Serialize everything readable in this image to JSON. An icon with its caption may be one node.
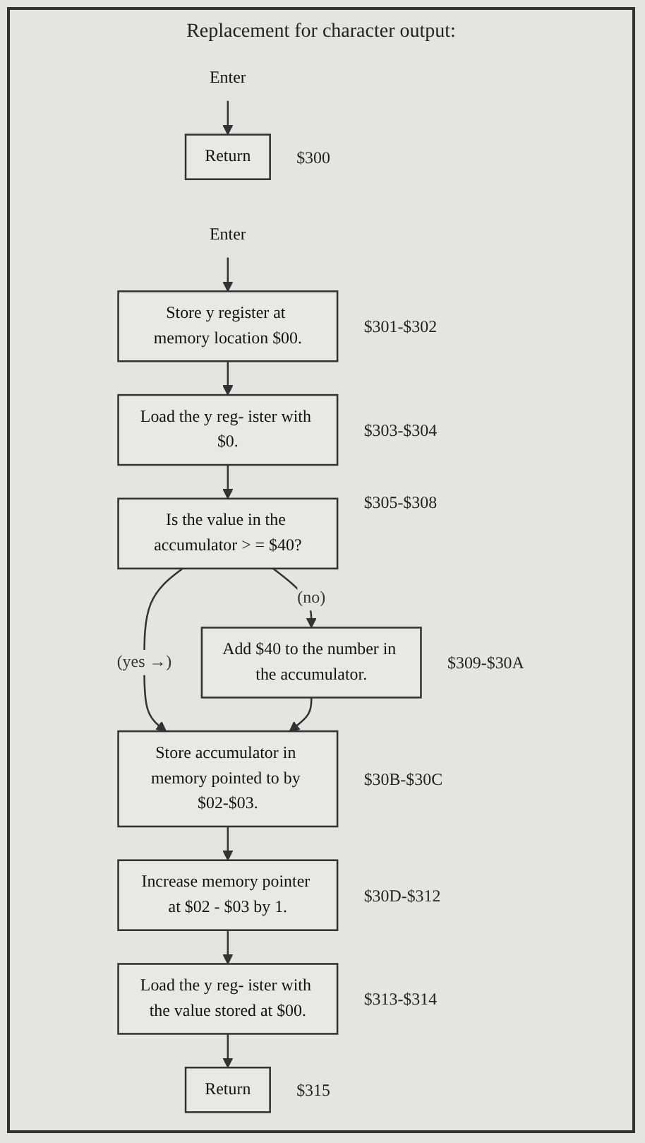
{
  "diagram": {
    "nodes": [
      {
        "text": [
          "Enter"
        ]
      },
      {
        "text": [
          "Return"
        ],
        "beside": [
          "$300"
        ]
      },
      {
        "text": [
          "Enter"
        ]
      },
      {
        "text": [
          "Store y register at memory location $00."
        ],
        "beside": [
          "$301-$302"
        ]
      },
      {
        "text": [
          "Load the y reg- ister with $0."
        ],
        "beside": [
          "$303-$304"
        ]
      },
      {
        "text": [
          "Is the value in the accumulator > = $40?"
        ],
        "beside": [
          "$305-$308"
        ]
      },
      {
        "text": [
          "Add $40 to the number in the accumulator."
        ],
        "beside": [
          "$309-$30A"
        ]
      },
      {
        "text": [
          "Store accumulator in memory pointed to by $02-$03."
        ],
        "beside": [
          "$30B-$30C"
        ]
      },
      {
        "text": [
          "Increase memory pointer at $02 - $03 by 1."
        ],
        "beside": [
          "$30D-$312"
        ]
      },
      {
        "text": [
          "Load the y reg- ister with the value stored at $00."
        ],
        "beside": [
          "$313-$314"
        ]
      },
      {
        "text": [
          "Return"
        ],
        "beside": [
          "$315"
        ]
      }
    ],
    "edges": [
      {
        "from": 0,
        "to": 1,
        "arrow": "to"
      },
      {
        "from": 2,
        "to": 3,
        "arrow": "to"
      },
      {
        "from": 3,
        "to": 4,
        "arrow": "to"
      },
      {
        "from": 4,
        "to": 5,
        "arrow": "to"
      },
      {
        "from": 5,
        "to": 6,
        "arrow": "to",
        "label": "(no)"
      },
      {
        "from": 5,
        "to": 7,
        "arrow": "to",
        "label": "(yes →)"
      },
      {
        "from": 6,
        "to": 7,
        "arrow": "to"
      },
      {
        "from": 7,
        "to": 8,
        "arrow": "to"
      },
      {
        "from": 8,
        "to": 9,
        "arrow": "to"
      },
      {
        "from": 9,
        "to": 10,
        "arrow": "to"
      }
    ],
    "labels": [
      "Replacement for character output:"
    ]
  }
}
